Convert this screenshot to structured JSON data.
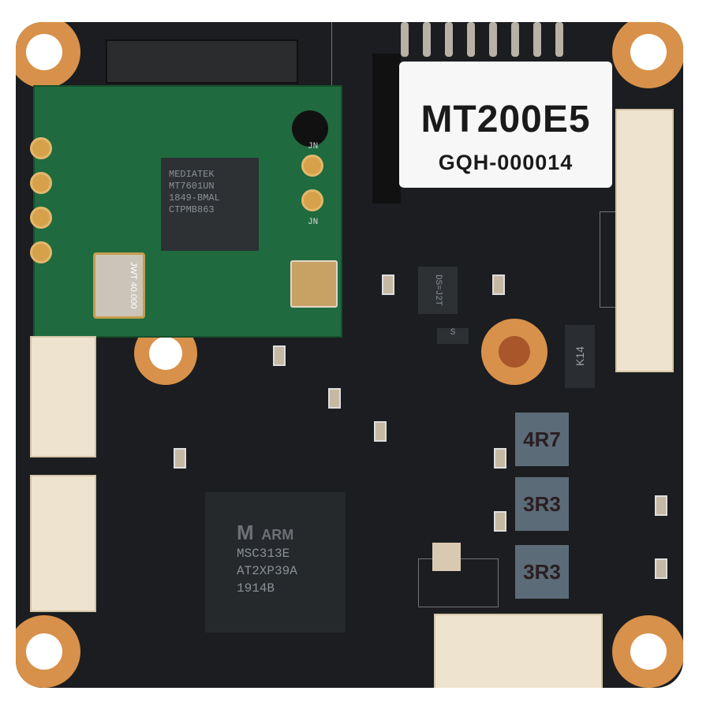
{
  "scene": {
    "subject": "Camera module PCB with WiFi daughterboard",
    "background_color": "#ffffff",
    "board_color": "#1b1d20",
    "mount_pad_color": "#d8914a"
  },
  "label_sticker": {
    "model": "MT200E5",
    "serial": "GQH-000014"
  },
  "wifi_module": {
    "chip_lines": [
      "MEDIATEK",
      "MT7601UN",
      "1849-BMAL",
      "CTPMB863"
    ],
    "crystal_lines": [
      "JWT",
      "40.000"
    ],
    "pad_labels": [
      "JN",
      "JN"
    ],
    "pcb_color": "#1f6b3f"
  },
  "main_soc": {
    "logo": "M",
    "brand": "ARM",
    "chip_lines": [
      "MSC313E",
      "AT2XP39A",
      "1914B"
    ]
  },
  "inductors": [
    "4R7",
    "3R3",
    "3R3"
  ],
  "diode_marking": "K14",
  "regulator_marking": "DS=J2T",
  "transistor_marking": "S"
}
